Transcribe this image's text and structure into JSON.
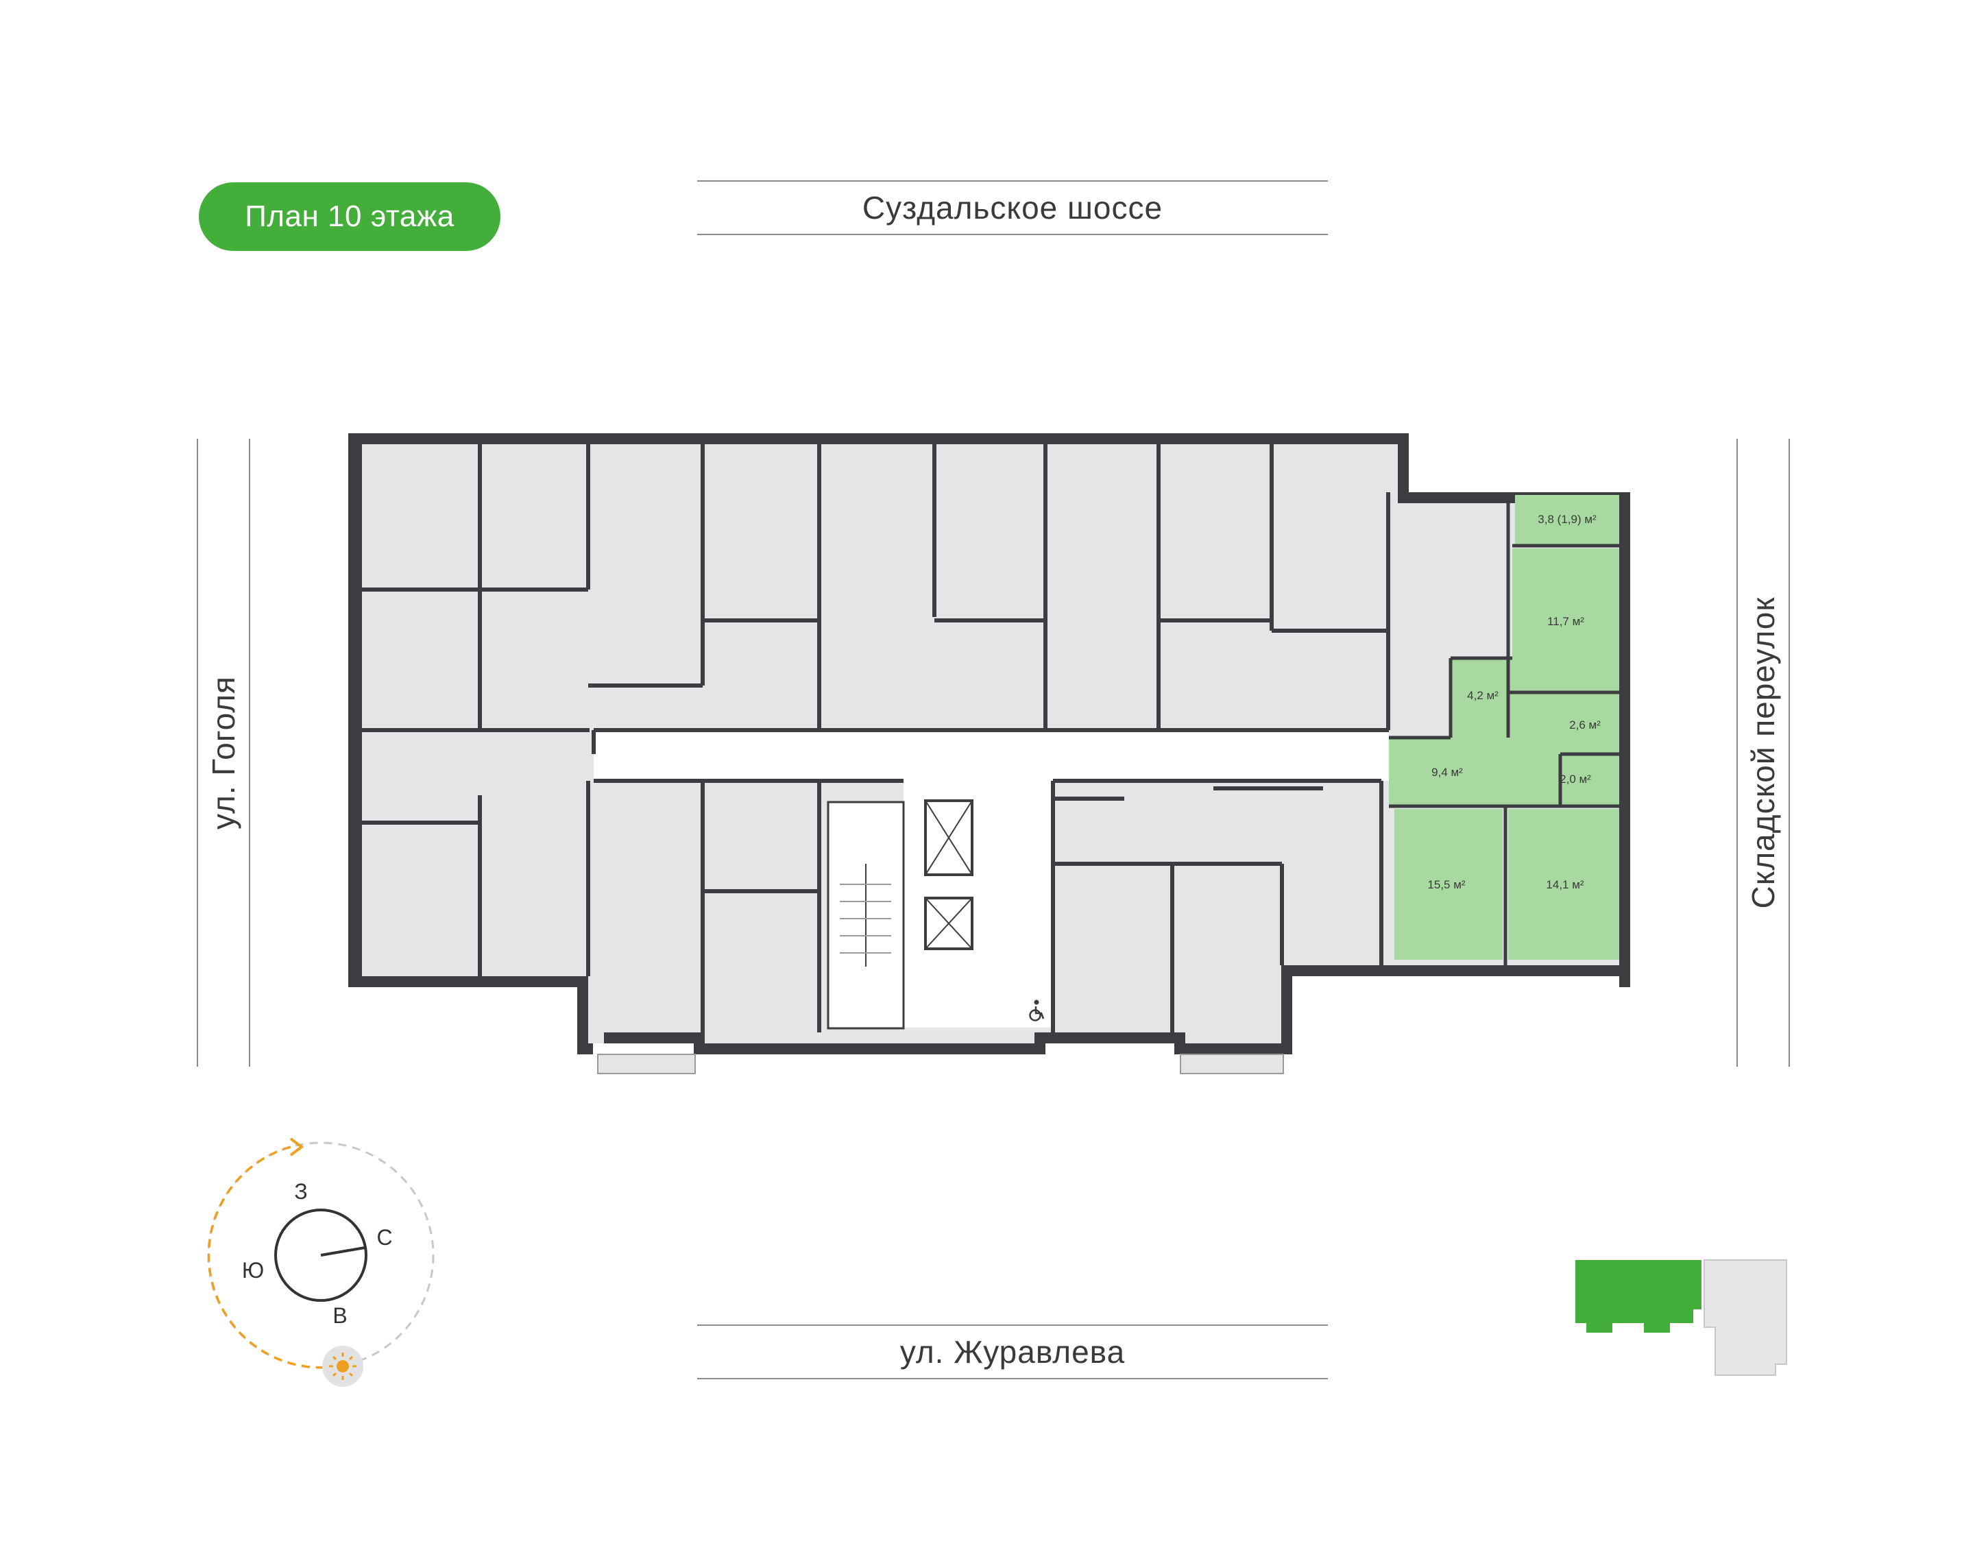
{
  "floor_badge": "План 10 этажа",
  "streets": {
    "top": "Суздальское шоссе",
    "bottom": "ул. Журавлева",
    "left": "ул. Гоголя",
    "right": "Складской переулок"
  },
  "apartment": {
    "rooms": [
      {
        "id": "balcony",
        "label": "3,8 (1,9) м²"
      },
      {
        "id": "bedroom",
        "label": "11,7 м²"
      },
      {
        "id": "storage",
        "label": "4,2 м²"
      },
      {
        "id": "bath",
        "label": "2,6 м²"
      },
      {
        "id": "hall",
        "label": "9,4 м²"
      },
      {
        "id": "wc",
        "label": "2,0 м²"
      },
      {
        "id": "room-left",
        "label": "15,5 м²"
      },
      {
        "id": "room-right",
        "label": "14,1 м²"
      }
    ]
  },
  "compass": {
    "west": "З",
    "north": "С",
    "south": "Ю",
    "east": "В"
  },
  "icons": {
    "accessibility": "wheelchair-icon",
    "sun": "sun-icon"
  },
  "colors": {
    "accent": "#44ae3a",
    "highlight": "#a8d9a0",
    "room": "#e4e5e7",
    "wall": "#3b3d40",
    "sun_path": "#f0a020"
  }
}
